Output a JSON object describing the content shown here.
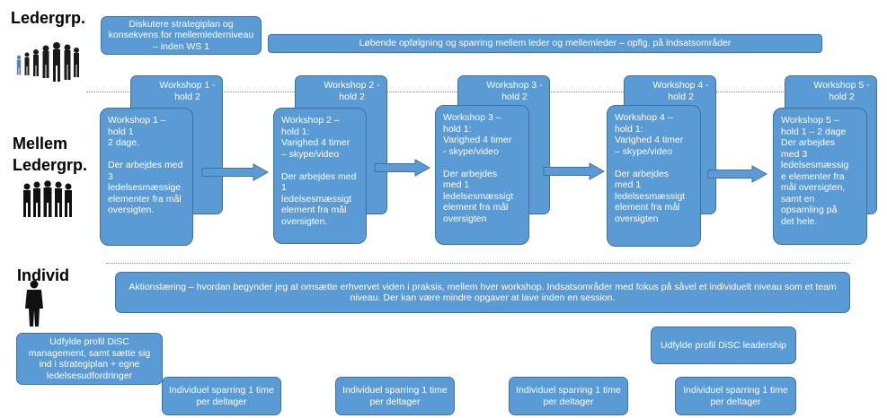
{
  "labels": {
    "leader": "Ledergrp.",
    "middle": "Mellem\nLedergrp.",
    "individual": "Individ"
  },
  "leader_row": {
    "discuss": "Diskutere strategiplan og konsekvens for mellemlederniveau – inden WS 1",
    "followup": "Løbende opfølgning og sparring mellem leder og mellemleder – opflg. på indsatsområder"
  },
  "workshops": [
    {
      "back": "Workshop 1 -\nhold 2",
      "front": "Workshop 1 –\nhold 1\n2 dage.\n\nDer arbejdes med\n3\nledelsesmæssige\nelementer fra mål\noversigten."
    },
    {
      "back": "Workshop 2 -\nhold 2",
      "front": "Workshop 2 –\nhold 1:\nVarighed 4 timer\n– skype/video\n\nDer arbejdes med\n1\nledelsesmæssigt\nelement fra mål\noversigten."
    },
    {
      "back": "Workshop 3 -\nhold 2",
      "front": "Workshop 3 –\nhold 1:\nVarighed 4 timer\n- skype/video\n\nDer arbejdes\nmed 1\nledelsesmæssigt\nelement fra mål\noversigten"
    },
    {
      "back": "Workshop 4 -\nhold 2",
      "front": "Workshop 4 –\nhold 1:\nVarighed 4 timer\n– skype/video\n\nDer arbejdes\nmed 1\nledelsesmæssigt\nelement fra mål\noversigten"
    },
    {
      "back": "Workshop 5 -\nhold 2",
      "front": "Workshop 5 –\nhold 1 – 2 dage\nDer arbejdes\nmed 3\nledelsesmæssig\ne elementer fra\nmål oversigten,\nsamt en\nopsamling på\ndet hele."
    }
  ],
  "individual_row": {
    "action_learning": "Aktionslæring – hvordan begynder jeg at omsætte erhvervet viden i praksis, mellem hver workshop. Indsatsområder med fokus på såvel et individuelt niveau som et team niveau. Der kan være mindre opgaver at lave inden en session.",
    "disc_management": "Udfylde profil DiSC management, samt sætte sig ind i strategiplan + egne ledelsesudfordringer",
    "disc_leadership": "Udfylde profil DiSC leadership",
    "sparring": [
      "Individuel sparring 1 time per deltager",
      "Individuel sparring 1 time per deltager",
      "Individuel sparring 1 time per deltager",
      "Individuel sparring 1 time per deltager"
    ]
  },
  "colors": {
    "box_fill": "#5b9bd5",
    "box_border": "#41719c",
    "text": "#ffffff"
  }
}
